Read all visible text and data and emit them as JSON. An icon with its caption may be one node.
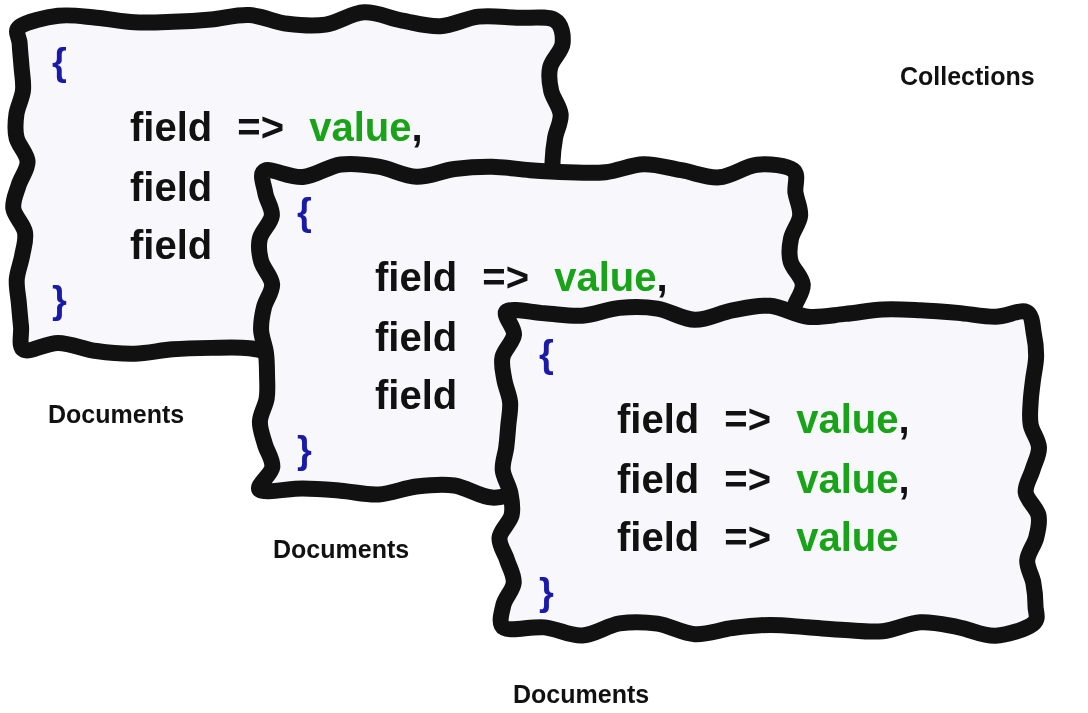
{
  "diagram": {
    "nodes": [
      {
        "text": [
          "{",
          "field => value,",
          "field",
          "field",
          "}"
        ],
        "beside": [
          "Documents"
        ]
      },
      {
        "text": [
          "{",
          "field => value,",
          "field",
          "field",
          "}"
        ],
        "beside": [
          "Documents"
        ]
      },
      {
        "text": [
          "{",
          "field => value,",
          "field => value,",
          "field => value",
          "}"
        ],
        "beside": [
          "Documents"
        ]
      }
    ],
    "labels": [
      "Collections"
    ]
  }
}
